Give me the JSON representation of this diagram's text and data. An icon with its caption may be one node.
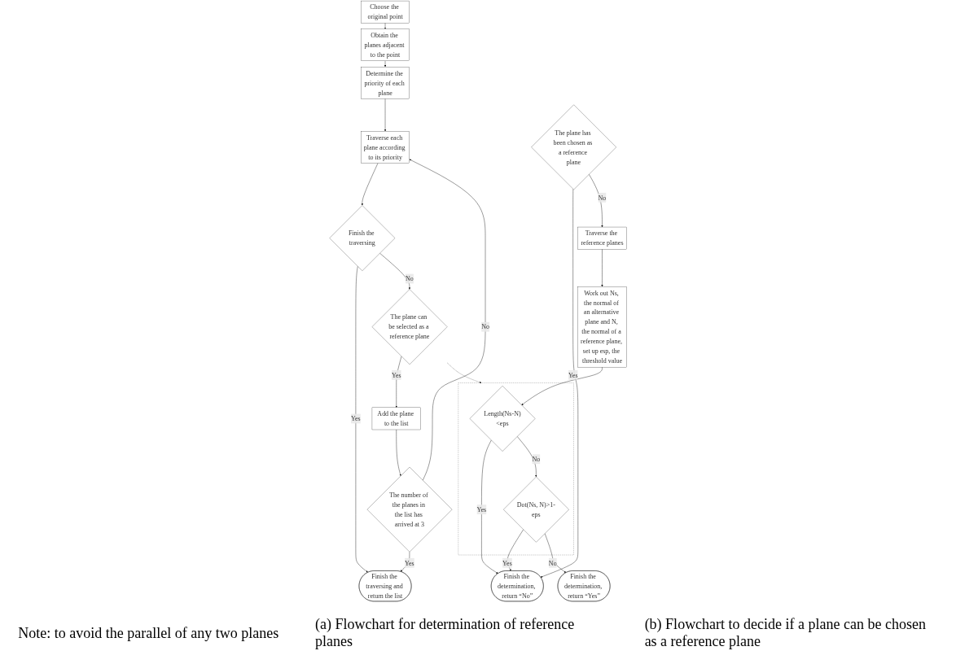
{
  "diagram": {
    "nodes": [
      {
        "text": [
          "Choose the original point"
        ]
      },
      {
        "text": [
          "Obtain the planes adjacent to the point"
        ]
      },
      {
        "text": [
          "Determine the priority of each plane"
        ]
      },
      {
        "text": [
          "Traverse each plane according to its priority"
        ]
      },
      {
        "text": [
          "Finish the traversing"
        ]
      },
      {
        "text": [
          "The plane can be selected as a reference plane"
        ]
      },
      {
        "text": [
          "Add the plane to the list"
        ]
      },
      {
        "text": [
          "The number of the planes in the list has arrived at 3"
        ]
      },
      {
        "text": [
          "Finish the traversing and return the list"
        ]
      },
      {
        "text": [
          "The plane has been chosen as a reference plane"
        ]
      },
      {
        "text": [
          "Traverse the reference planes"
        ]
      },
      {
        "text": [
          "Work out Ns, the normal of an alternative plane and N, the normal of a reference plane, set up esp, the threshold value"
        ]
      },
      {
        "text": [],
        "shape": "box"
      },
      {
        "text": [
          "Length(Ns-N)<eps"
        ],
        "in": 12
      },
      {
        "text": [
          "Dot(Ns, N)>1-eps"
        ],
        "in": 12
      },
      {
        "text": [
          "Finish the determination, return “No”"
        ]
      },
      {
        "text": [
          "Finish the determination, return “Yes”"
        ]
      }
    ],
    "edges": [
      {
        "from": 0,
        "to": 1,
        "arrow": "to"
      },
      {
        "from": 1,
        "to": 2,
        "arrow": "to"
      },
      {
        "from": 2,
        "to": 3,
        "arrow": "to"
      },
      {
        "from": 3,
        "to": 4,
        "arrow": "to"
      },
      {
        "from": 4,
        "to": 8,
        "arrow": "to",
        "label": "Yes"
      },
      {
        "from": 4,
        "to": 5,
        "arrow": "to",
        "label": "No"
      },
      {
        "from": 5,
        "to": 6,
        "arrow": "to",
        "label": "Yes"
      },
      {
        "from": 6,
        "to": 7,
        "arrow": "to"
      },
      {
        "from": 7,
        "to": 8,
        "arrow": "to",
        "label": "Yes"
      },
      {
        "from": 7,
        "to": 3,
        "arrow": "to",
        "label": "No"
      },
      {
        "from": 5,
        "to": 12,
        "arrow": "to",
        "style": "dashed"
      },
      {
        "from": 9,
        "to": 15,
        "arrow": "to",
        "label": "Yes"
      },
      {
        "from": 9,
        "to": 10,
        "arrow": "to",
        "label": "No"
      },
      {
        "from": 10,
        "to": 11,
        "arrow": "to"
      },
      {
        "from": 11,
        "to": 13,
        "arrow": "to"
      },
      {
        "from": 13,
        "to": 15,
        "arrow": "to",
        "label": "Yes"
      },
      {
        "from": 13,
        "to": 14,
        "arrow": "to",
        "label": "No"
      },
      {
        "from": 14,
        "to": 15,
        "arrow": "to",
        "label": "Yes"
      },
      {
        "from": 14,
        "to": 16,
        "arrow": "to",
        "label": "No"
      }
    ],
    "labels": [
      "Note: to avoid the parallel of any two planes",
      "(a) Flowchart for determination of reference planes",
      "(b) Flowchart to decide if a plane can be chosen as a reference plane"
    ]
  }
}
